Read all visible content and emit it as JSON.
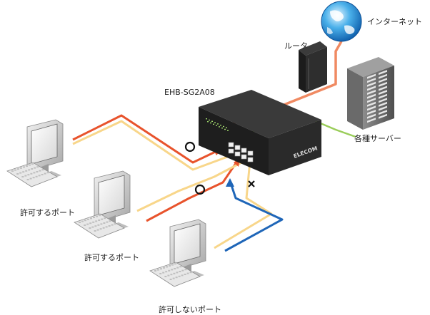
{
  "labels": {
    "internet": "インターネット",
    "router": "ルータ",
    "switch_model": "EHB-SG2A08",
    "servers": "各種サーバー",
    "pc1": "許可するポート",
    "pc2": "許可するポート",
    "pc3": "許可しないポート"
  },
  "switch_brand": "ELECOM",
  "marks": {
    "allowed_1": "○",
    "allowed_2": "○",
    "denied": "×"
  },
  "colors": {
    "internet_link": "#f08a62",
    "server_link": "#9acd5a",
    "allowed_red": "#e8532c",
    "allowed_yellow": "#f8d68a",
    "denied_blue": "#1f66b8"
  }
}
